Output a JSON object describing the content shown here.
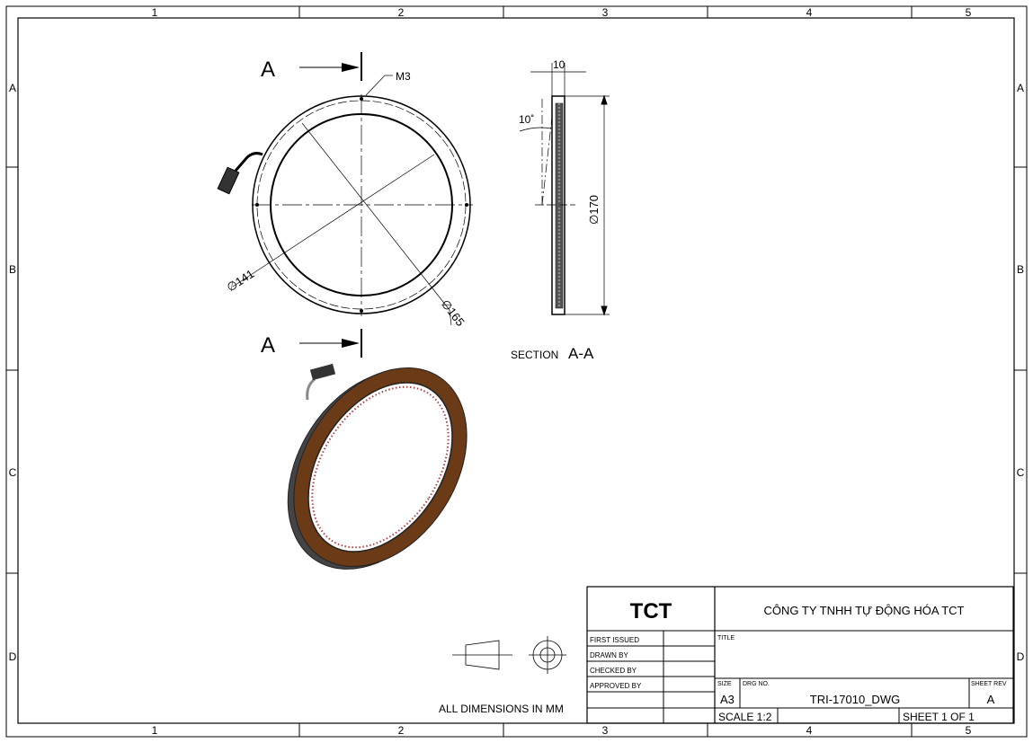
{
  "frame": {
    "columns": [
      "1",
      "2",
      "3",
      "4",
      "5"
    ],
    "rows": [
      "A",
      "B",
      "C",
      "D"
    ]
  },
  "front_view": {
    "section_label": "A",
    "callout_m3": "M3",
    "dim_inner": "∅141",
    "dim_outer": "∅165"
  },
  "section_view": {
    "dim_width": "10",
    "dim_angle": "10˚",
    "dim_diameter": "∅170",
    "caption_prefix": "SECTION",
    "caption_name": "A-A"
  },
  "notes": {
    "units": "ALL DIMENSIONS IN MM"
  },
  "colors": {
    "ring_body": "#6b3a16",
    "ring_edge": "#3c3c3c",
    "led": "#b04040"
  },
  "title_block": {
    "logo": "TCT",
    "company": "CÔNG TY TNHH TỰ ĐỘNG HÓA TCT",
    "first_issued": "FIRST ISSUED",
    "drawn_by": "DRAWN BY",
    "checked_by": "CHECKED BY",
    "approved_by": "APPROVED BY",
    "title_label": "TITLE",
    "size_label": "SIZE",
    "size": "A3",
    "drg_label": "DRG NO.",
    "drg_no": "TRI-17010_DWG",
    "rev_label": "SHEET REV",
    "rev": "A",
    "scale": "SCALE 1:2",
    "sheet": "SHEET 1 OF 1"
  }
}
